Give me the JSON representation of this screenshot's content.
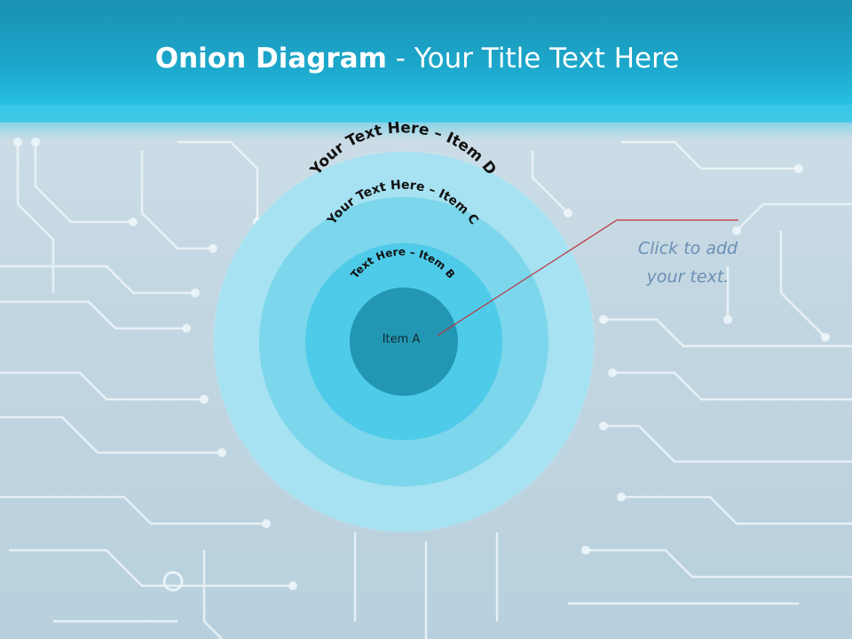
{
  "slide": {
    "title_bold": "Onion Diagram",
    "title_rest": " - Your Title Text Here"
  },
  "diagram": {
    "layers": [
      {
        "id": "d",
        "label": "Your Text Here – Item D",
        "color": "#a6e2f1"
      },
      {
        "id": "c",
        "label": "Your Text Here – Item C",
        "color": "#7cd6ec"
      },
      {
        "id": "b",
        "label": "Text Here – Item B",
        "color": "#4ecbe8"
      },
      {
        "id": "a",
        "label": "Item A",
        "color": "#2296b2"
      }
    ],
    "callout": "Click  to add\nyour text.",
    "callout_line_color": "#c0303a"
  }
}
